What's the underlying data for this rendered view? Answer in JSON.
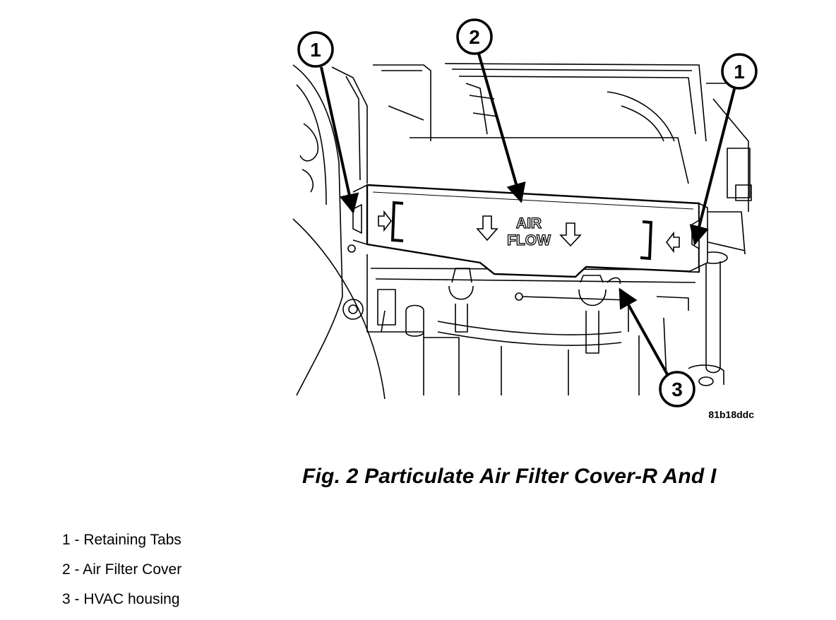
{
  "figure": {
    "caption": "Fig. 2 Particulate Air Filter Cover-R And I",
    "image_code": "81b18ddc",
    "cover_label_line1": "AIR",
    "cover_label_line2": "FLOW"
  },
  "callouts": [
    {
      "number": "1"
    },
    {
      "number": "2"
    },
    {
      "number": "1"
    },
    {
      "number": "3"
    }
  ],
  "legend": [
    {
      "text": "1 - Retaining Tabs"
    },
    {
      "text": "2 - Air Filter Cover"
    },
    {
      "text": "3 - HVAC housing"
    }
  ]
}
